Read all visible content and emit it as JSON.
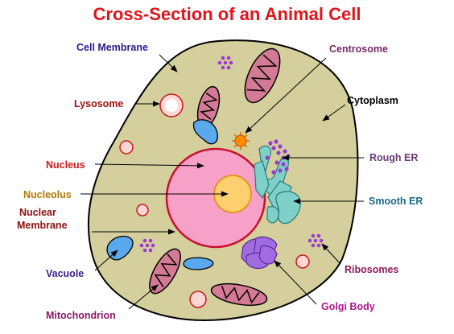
{
  "title": "Cross-Section of an Animal Cell",
  "labels": {
    "cell_membrane": "Cell Membrane",
    "lysosome": "Lysosome",
    "nucleus": "Nucleus",
    "nucleolus": "Nucleolus",
    "nuclear_membrane_line1": "Nuclear",
    "nuclear_membrane_line2": "Membrane",
    "vacuole": "Vacuole",
    "mitochondrion": "Mitochondrion",
    "centrosome": "Centrosome",
    "cytoplasm": "Cytoplasm",
    "rough_er": "Rough ER",
    "smooth_er": "Smooth ER",
    "ribosomes": "Ribosomes",
    "golgi_body": "Golgi Body"
  },
  "colors": {
    "title": "#e0141b",
    "cell_membrane": "#2b1a8c",
    "lysosome": "#a01010",
    "nucleus": "#cc1a1a",
    "nucleolus": "#b07a00",
    "nuclear_membrane": "#8c1010",
    "vacuole": "#3a1e8c",
    "mitochondrion": "#8c1a6a",
    "centrosome": "#7a2a6a",
    "cytoplasm": "#000000",
    "rough_er": "#6a3a7a",
    "smooth_er": "#1a6a8a",
    "ribosomes": "#8c1a5a",
    "golgi_body": "#b0148c",
    "cytoplasm_fill": "#d4cf9c",
    "nucleus_fill": "#f7a1c8",
    "nucleolus_fill": "#fdcf6e",
    "er_fill": "#7ed0c8",
    "golgi_fill": "#a06ce0",
    "vacuole_fill": "#5aa9ef",
    "lysosome_fill": "#ffd6d6",
    "mito_fill": "#d47a96",
    "ribosome_fill": "#9a3ccf",
    "centrosome_fill": "#ff8c00"
  }
}
